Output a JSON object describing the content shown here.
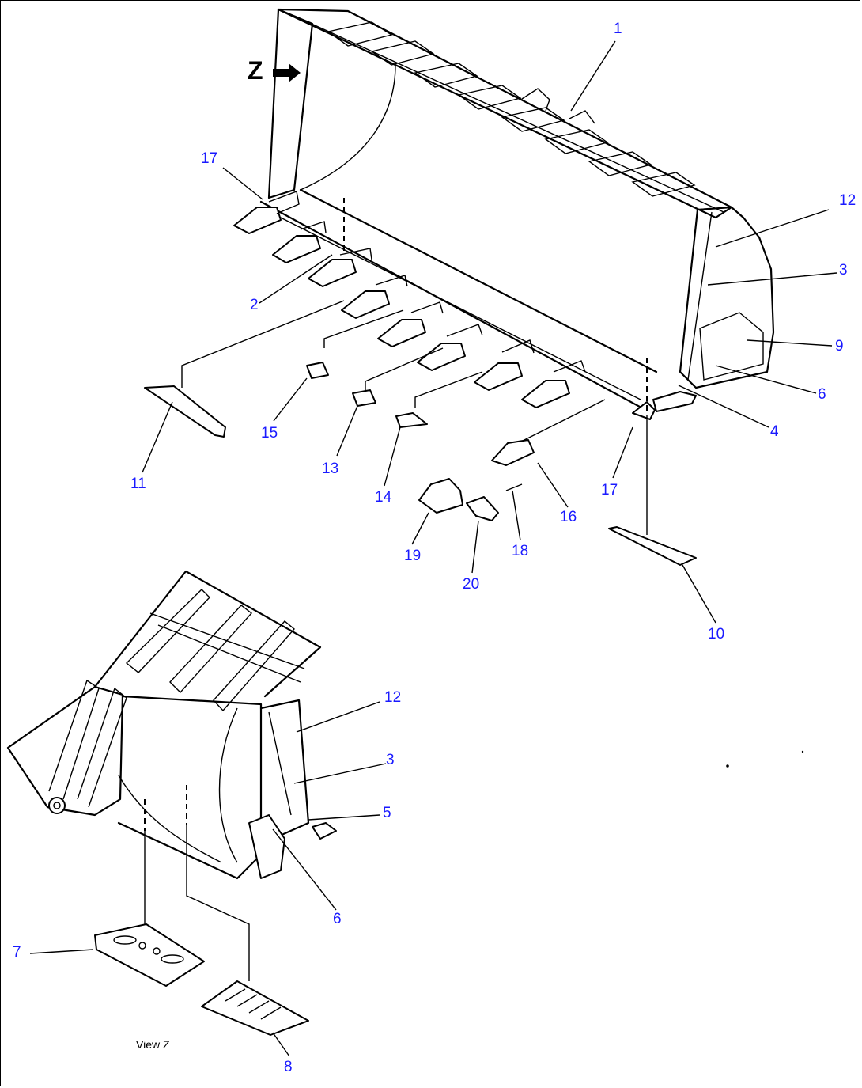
{
  "diagram": {
    "view_marker": "Z",
    "view_caption": "View Z",
    "callouts": {
      "c1": "1",
      "c2": "2",
      "c3": "3",
      "c4": "4",
      "c6": "6",
      "c9": "9",
      "c10": "10",
      "c11": "11",
      "c12": "12",
      "c13": "13",
      "c14": "14",
      "c15": "15",
      "c16": "16",
      "c17a": "17",
      "c17b": "17",
      "c18": "18",
      "c19": "19",
      "c20": "20",
      "v12": "12",
      "v3": "3",
      "v5": "5",
      "v6": "6",
      "v7": "7",
      "v8": "8"
    },
    "colors": {
      "callout": "#1a1aff",
      "ink": "#000000",
      "background": "#ffffff"
    }
  }
}
